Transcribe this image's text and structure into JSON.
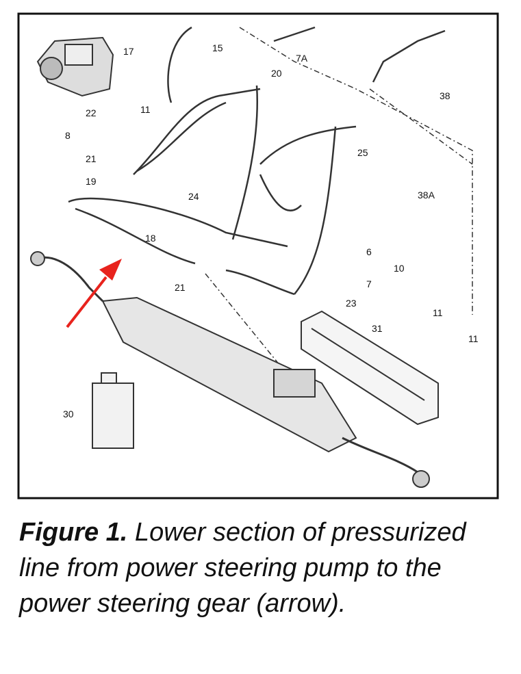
{
  "diagram": {
    "labels": [
      "15",
      "7A",
      "17",
      "20",
      "38",
      "22",
      "11",
      "8",
      "21",
      "25",
      "19",
      "24",
      "38A",
      "18",
      "6",
      "10",
      "21",
      "7",
      "23",
      "11",
      "31",
      "11",
      "30"
    ],
    "highlight_color": "#e8231d"
  },
  "caption": {
    "prefix": "Figure 1.",
    "text": " Lower section of pressurized line from power steering pump to the power steering gear (arrow)."
  }
}
